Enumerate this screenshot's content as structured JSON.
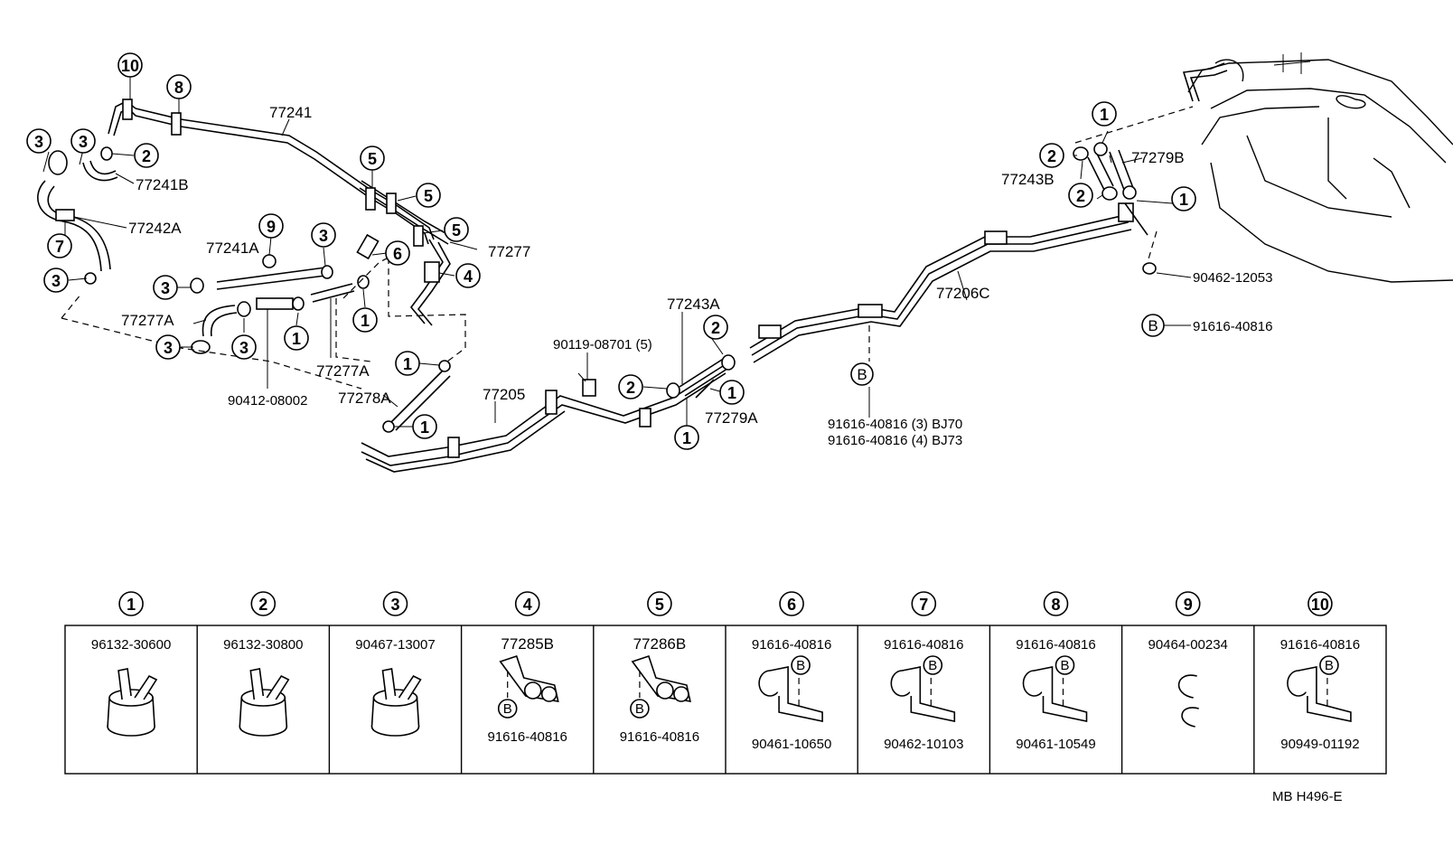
{
  "diagram": {
    "sheet_code": "MB  H496-E",
    "callouts": {
      "c_top_10": "10",
      "c_top_8": "8",
      "c_3a": "3",
      "c_3b": "3",
      "c_2a": "2",
      "c_7": "7",
      "c_3c": "3",
      "c_9": "9",
      "c_3d": "3",
      "c_6": "6",
      "c_3e": "3",
      "c_3f": "3",
      "c_3g": "3",
      "c_1a": "1",
      "c_1b": "1",
      "c_5a": "5",
      "c_5b": "5",
      "c_5c": "5",
      "c_4": "4",
      "c_1c": "1",
      "c_1d": "1",
      "c_2b": "2",
      "c_2c": "2",
      "c_1e": "1",
      "c_1f": "1",
      "c_B1": "B",
      "c_1g": "1",
      "c_2d": "2",
      "c_2e": "2",
      "c_1h": "1",
      "c_B2": "B"
    },
    "labels": {
      "p77241": "77241",
      "p77241B": "77241B",
      "p77242A": "77242A",
      "p77241A": "77241A",
      "p77277": "77277",
      "p77277A_left": "77277A",
      "p77277A_mid": "77277A",
      "p90412": "90412-08002",
      "p77278A": "77278A",
      "p77205": "77205",
      "p90119": "90119-08701 (5)",
      "p77243A": "77243A",
      "p77279A": "77279A",
      "p77206C": "77206C",
      "p91616_bj70": "91616-40816 (3) BJ70",
      "p91616_bj73": "91616-40816 (4) BJ73",
      "p77243B": "77243B",
      "p77279B": "77279B",
      "p90462_12053": "90462-12053",
      "p91616_right": "91616-40816"
    },
    "legend": [
      {
        "num": "1",
        "top": "96132-30600",
        "bottom": ""
      },
      {
        "num": "2",
        "top": "96132-30800",
        "bottom": ""
      },
      {
        "num": "3",
        "top": "90467-13007",
        "bottom": ""
      },
      {
        "num": "4",
        "top": "77285B",
        "bottom": "91616-40816",
        "badge": "B"
      },
      {
        "num": "5",
        "top": "77286B",
        "bottom": "91616-40816",
        "badge": "B"
      },
      {
        "num": "6",
        "top": "91616-40816",
        "bottom": "90461-10650",
        "badge": "B"
      },
      {
        "num": "7",
        "top": "91616-40816",
        "bottom": "90462-10103",
        "badge": "B"
      },
      {
        "num": "8",
        "top": "91616-40816",
        "bottom": "90461-10549",
        "badge": "B"
      },
      {
        "num": "9",
        "top": "90464-00234",
        "bottom": ""
      },
      {
        "num": "10",
        "top": "91616-40816",
        "bottom": "90949-01192",
        "badge": "B"
      }
    ]
  }
}
